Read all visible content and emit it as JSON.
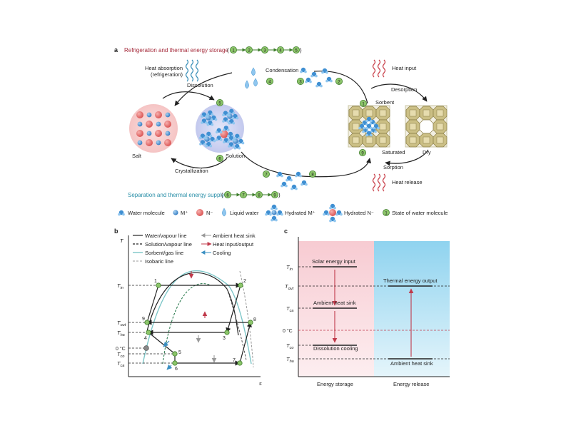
{
  "panel_a": {
    "letter": "a",
    "title_top": "Refrigeration and thermal energy storage",
    "title_top_color": "#a52a3a",
    "title_bottom": "Separation and thermal energy supply",
    "title_bottom_color": "#2a8fa8",
    "seq_top": [
      "1",
      "2",
      "3",
      "4",
      "5"
    ],
    "seq_bottom": [
      "6",
      "7",
      "8",
      "9"
    ],
    "heat_absorption": "Heat absorption",
    "refrigeration": "(refrigeration)",
    "dissolution": "Dissolution",
    "condensation": "Condensation",
    "desorption": "Desorption",
    "heat_input": "Heat input",
    "sorbent": "Sorbent",
    "saturated": "Saturated",
    "dry": "Dry",
    "salt": "Salt",
    "solution": "Solution",
    "crystallization": "Crystallization",
    "sorption": "Sorption",
    "heat_release": "Heat release",
    "state_labels": {
      "s1": "1",
      "s2": "2",
      "s3": "3",
      "s4": "4",
      "s5": "5",
      "s6": "6",
      "s7": "7",
      "s8": "8",
      "s9": "9"
    },
    "legend": {
      "water_molecule": "Water molecule",
      "m_plus": "M⁺",
      "n_minus": "N⁻",
      "liquid_water": "Liquid water",
      "hydrated_m": "Hydrated M⁺",
      "hydrated_n": "Hydrated N⁻",
      "state_num": "1",
      "state": "State of water molecule"
    },
    "colors": {
      "green": "#8cc56a",
      "red": "#d9504f",
      "blue": "#3f8fd2",
      "wave_red": "#c9404a",
      "wave_blue": "#3a8fb8"
    }
  },
  "panel_b": {
    "letter": "b",
    "y_axis": "T",
    "x_axis": "s",
    "legend": {
      "water_vapour": "Water/vapour line",
      "solution_vapour": "Solution/vapour line",
      "sorbent_gas": "Sorbent/gas line",
      "isobaric": "Isobaric line",
      "ambient": "Ambient heat sink",
      "heat_io": "Heat input/output",
      "cooling": "Cooling"
    },
    "ticks": {
      "t_in": "T",
      "t_in_sub": "in",
      "t_out": "T",
      "t_out_sub": "out",
      "t_ha": "T",
      "t_ha_sub": "ha",
      "zero": "0 °C",
      "t_co": "T",
      "t_co_sub": "co",
      "t_ca": "T",
      "t_ca_sub": "ca"
    },
    "points": {
      "p1": "1",
      "p2": "2",
      "p3": "3",
      "p4": "4",
      "p5": "5",
      "p6": "6",
      "p7": "7",
      "p8": "8",
      "p9": "9"
    }
  },
  "panel_c": {
    "letter": "c",
    "left_label": "Energy storage",
    "right_label": "Energy release",
    "left_color": "#f9d7dc",
    "right_color": "#cdebf6",
    "ticks": {
      "t_in": "T",
      "t_in_sub": "in",
      "t_out": "T",
      "t_out_sub": "out",
      "t_ca": "T",
      "t_ca_sub": "ca",
      "zero": "0 °C",
      "t_co": "T",
      "t_co_sub": "co",
      "t_ha": "T",
      "t_ha_sub": "ha"
    },
    "solar": "Solar energy input",
    "ambient_sink_left": "Ambient heat sink",
    "dissolution_cooling": "Dissolution cooling",
    "thermal_output": "Thermal energy output",
    "ambient_sink_right": "Ambient heat sink"
  }
}
